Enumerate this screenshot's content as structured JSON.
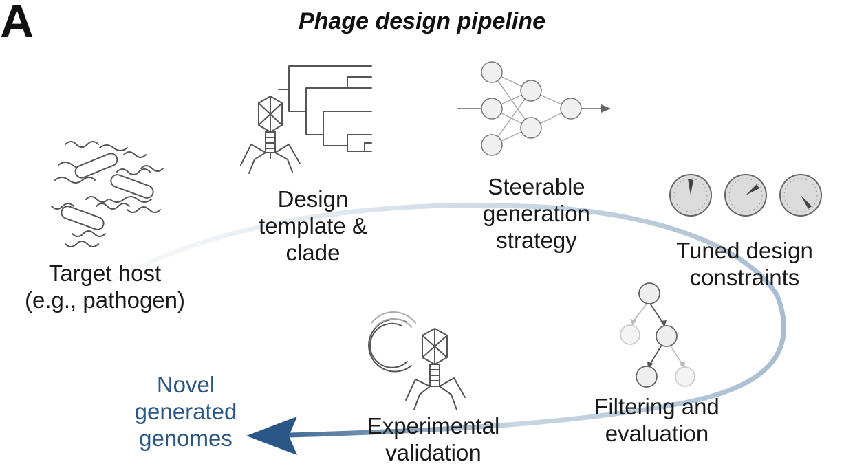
{
  "figure": {
    "panel_letter": "A",
    "title": "Phage design pipeline"
  },
  "stages": {
    "target_host": {
      "lines": [
        "Target host",
        "(e.g., pathogen)"
      ],
      "icon": "bacteria-icon"
    },
    "design_template": {
      "lines": [
        "Design",
        "template &",
        "clade"
      ],
      "icon": "phage-phylogeny-icon"
    },
    "steerable_generation": {
      "lines": [
        "Steerable",
        "generation",
        "strategy"
      ],
      "icon": "neural-network-icon"
    },
    "tuned_constraints": {
      "lines": [
        "Tuned design",
        "constraints"
      ],
      "icon": "gauges-icon"
    },
    "filtering": {
      "lines": [
        "Filtering and",
        "evaluation"
      ],
      "icon": "decision-tree-icon"
    },
    "experimental_validation": {
      "lines": [
        "Experimental",
        "validation"
      ],
      "icon": "phage-genome-icon"
    },
    "output": {
      "lines": [
        "Novel",
        "generated",
        "genomes"
      ],
      "icon": "arrow-icon"
    }
  },
  "colors": {
    "text": "#1a1a1a",
    "output_text": "#2b5787",
    "arrow_dark": "#2b5787",
    "arrow_light": "#c9d6e3",
    "icon_stroke": "#555555",
    "gauge_fill": "#dcdcdc"
  }
}
